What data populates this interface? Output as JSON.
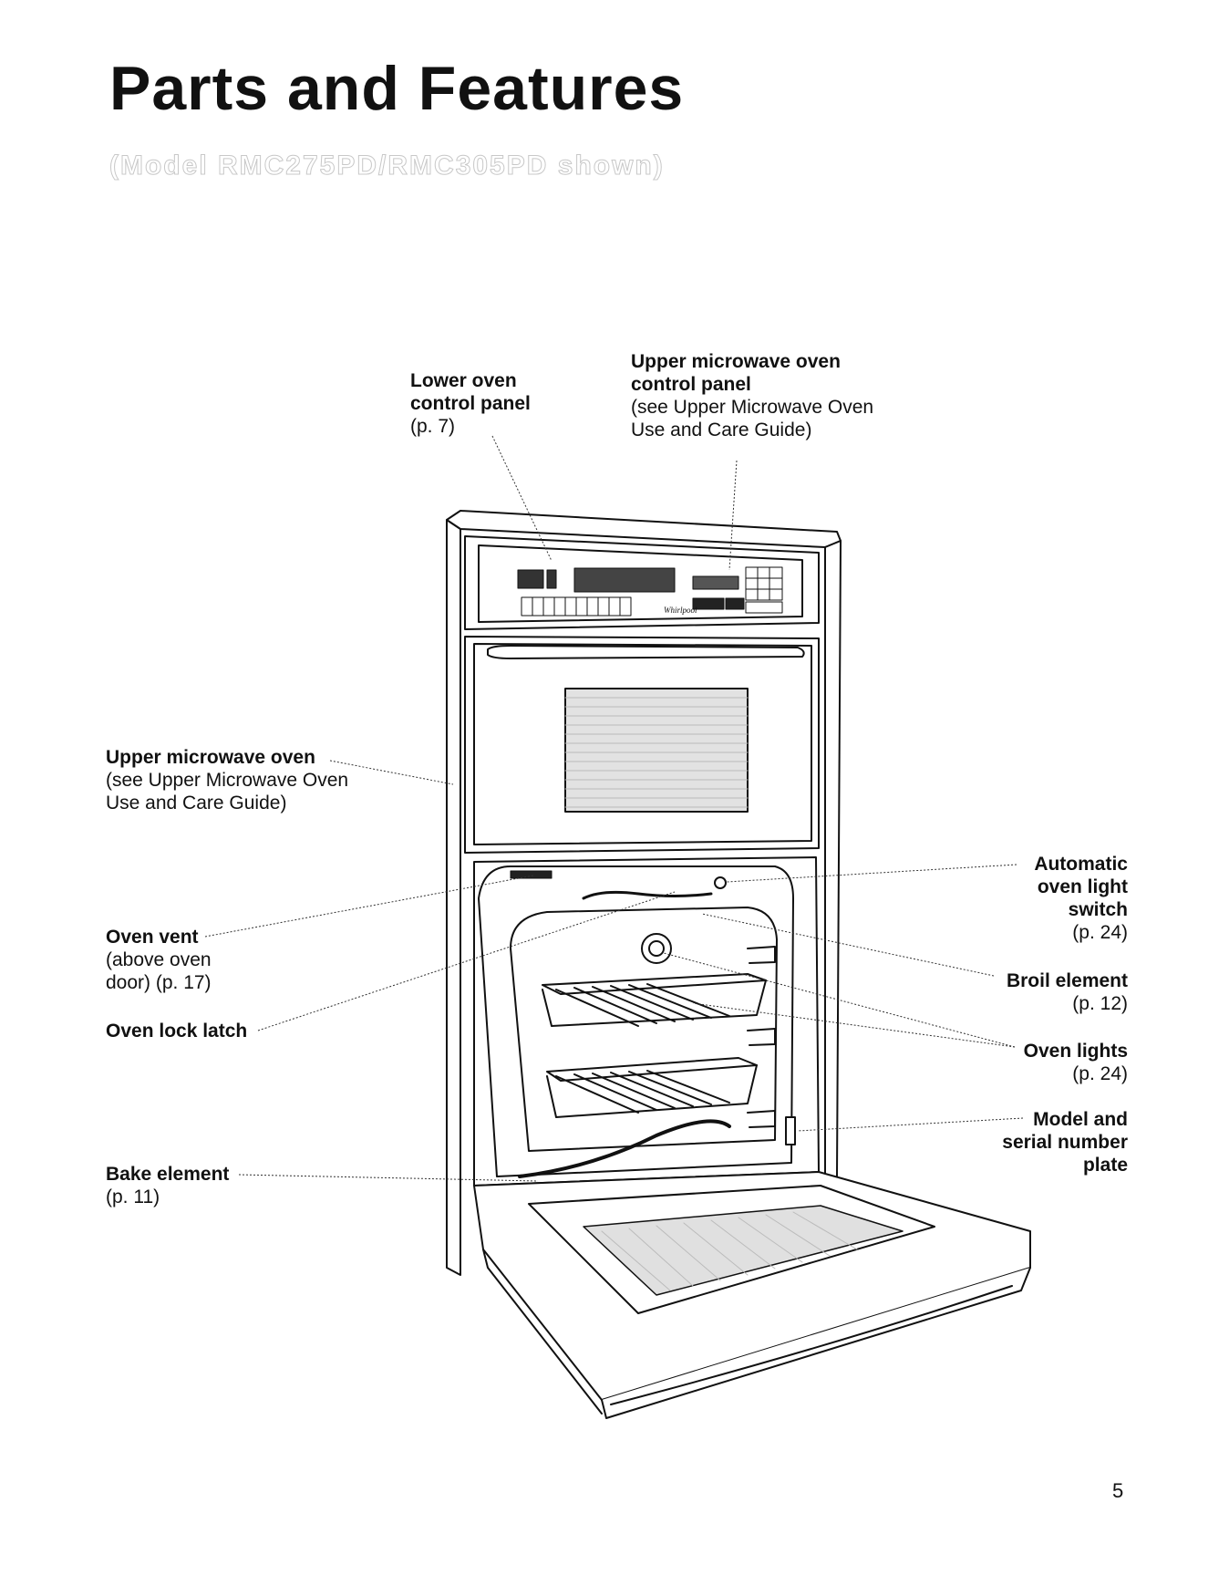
{
  "page": {
    "title": "Parts and Features",
    "subtitle": "(Model RMC275PD/RMC305PD shown)",
    "page_number": "5"
  },
  "callouts": {
    "lower_oven_control_panel": {
      "name": "Lower oven control panel",
      "ref": "(p. 7)"
    },
    "upper_microwave_control_panel": {
      "name": "Upper microwave oven control panel",
      "ref": "(see Upper Microwave Oven Use and Care Guide)"
    },
    "upper_microwave_oven": {
      "name": "Upper microwave oven",
      "ref": "(see Upper Microwave Oven Use and Care Guide)"
    },
    "oven_vent": {
      "name": "Oven vent",
      "ref": "(above oven door) (p. 17)"
    },
    "oven_lock_latch": {
      "name": "Oven lock latch"
    },
    "bake_element": {
      "name": "Bake element",
      "ref": "(p. 11)"
    },
    "automatic_oven_light_switch": {
      "name": "Automatic oven light switch",
      "ref": "(p. 24)"
    },
    "broil_element": {
      "name": "Broil element",
      "ref": "(p. 12)"
    },
    "oven_lights": {
      "name": "Oven lights",
      "ref": "(p. 24)"
    },
    "model_serial_plate": {
      "name": "Model and serial number plate"
    }
  },
  "diagram": {
    "brand_logo_text": "Whirlpool"
  }
}
